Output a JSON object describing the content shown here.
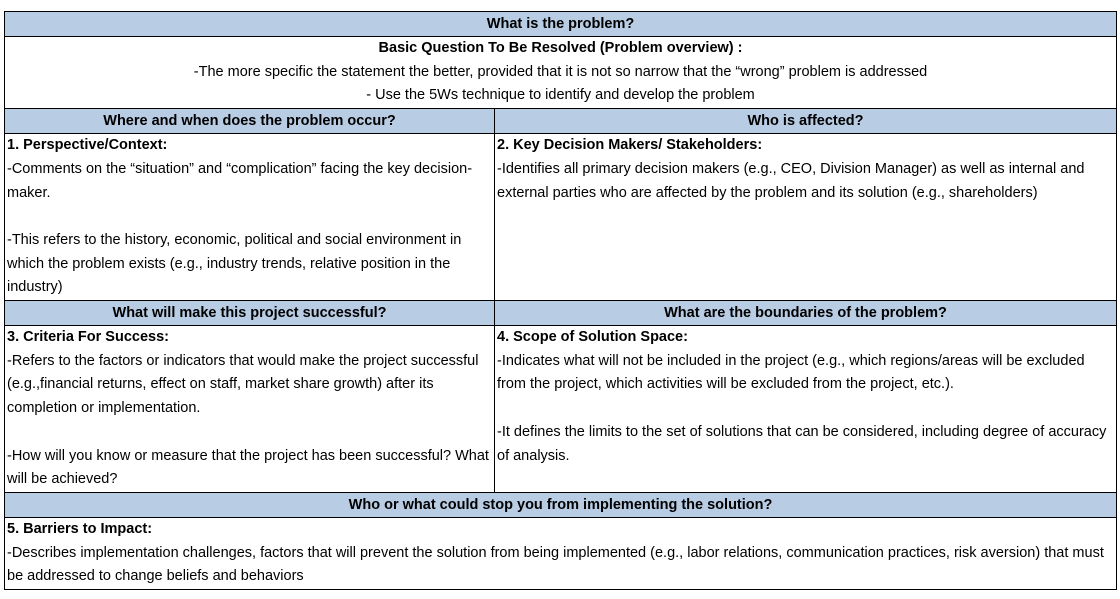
{
  "problem": {
    "header": "What is the problem?",
    "title": "Basic Question To Be Resolved (Problem overview) :",
    "line1": "-The more specific the statement the better, provided that it is not so narrow that the “wrong” problem is addressed",
    "line2": "- Use the 5Ws technique to identify and develop the problem"
  },
  "where_when": {
    "header": "Where and when does the problem occur?",
    "title": "1. Perspective/Context:",
    "para1": "-Comments on the “situation” and “complication” facing the key decision-maker.",
    "para2": "-This refers to the history, economic, political and social environment in which the problem exists (e.g., industry trends, relative position in the industry)"
  },
  "who_affected": {
    "header": "Who is affected?",
    "title": "2. Key Decision Makers/ Stakeholders:",
    "para1": "-Identifies all primary decision makers (e.g., CEO, Division Manager) as well as internal and external parties who are affected by the problem and its solution (e.g., shareholders)"
  },
  "success": {
    "header": "What will make this project successful?",
    "title": "3. Criteria For Success:",
    "para1": "-Refers to the factors or indicators that would make the project successful (e.g.,financial returns, effect on staff, market share growth) after its completion or implementation.",
    "para2": "-How will you know or measure that the project has been successful? What will be achieved?"
  },
  "boundaries": {
    "header": "What are the boundaries of the problem?",
    "title": "4. Scope of Solution Space:",
    "para1": " -Indicates what will not be included in the project (e.g., which regions/areas will be excluded from the project, which activities will be excluded from the project, etc.).",
    "para2": "-It defines the limits to the set of solutions that can be considered, including degree of accuracy of analysis."
  },
  "barriers": {
    "header": "Who or what could stop you from implementing the solution?",
    "title": "5. Barriers to Impact:",
    "para1": "-Describes implementation challenges, factors that will prevent the solution from being implemented (e.g., labor relations, communication practices, risk aversion) that must be addressed to change beliefs and behaviors"
  },
  "colors": {
    "header_fill": "#b8cce4",
    "border": "#000000"
  }
}
